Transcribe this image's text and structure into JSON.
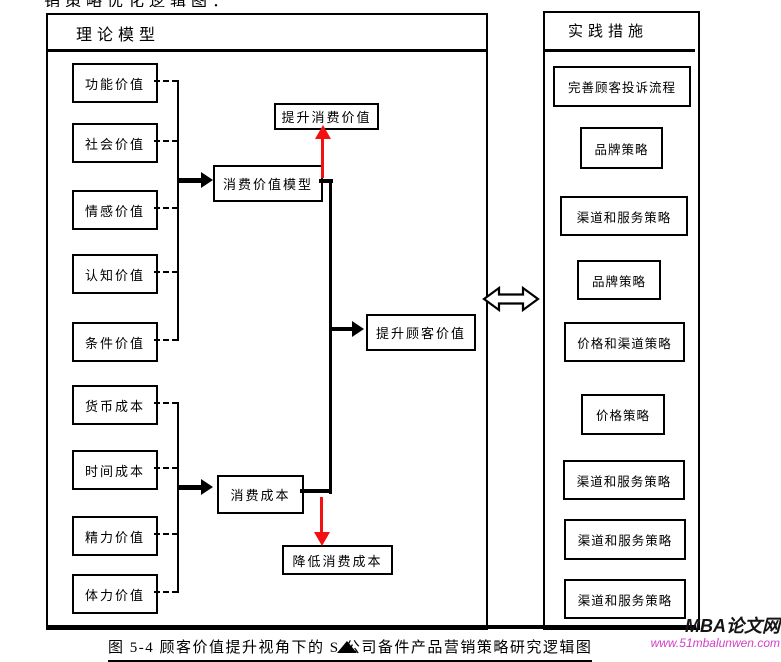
{
  "page": {
    "clipped_top_text": "销策略优化逻辑图：",
    "caption": "图 5-4  顾客价值提升视角下的 S 公司备件产品营销策略研究逻辑图",
    "watermark_title": "MBA论文网",
    "watermark_url": "www.51mbalunwen.com"
  },
  "theory_panel": {
    "title": "理论模型",
    "value_boxes": [
      "功能价值",
      "社会价值",
      "情感价值",
      "认知价值",
      "条件价值"
    ],
    "cost_boxes": [
      "货币成本",
      "时间成本",
      "精力价值",
      "体力价值"
    ],
    "model_box": "消费价值模型",
    "cost_model_box": "消费成本",
    "raise_consumption_box": "提升消费价值",
    "raise_customer_box": "提升顾客价值",
    "lower_cost_box": "降低消费成本"
  },
  "practice_panel": {
    "title": "实践措施",
    "measures": [
      "完善顾客投诉流程",
      "品牌策略",
      "渠道和服务策略",
      "品牌策略",
      "价格和渠道策略",
      "价格策略",
      "渠道和服务策略",
      "渠道和服务策略",
      "渠道和服务策略"
    ]
  },
  "colors": {
    "ink": "#000000",
    "accent_red": "#f21010",
    "watermark_pink": "#d23fc6"
  }
}
